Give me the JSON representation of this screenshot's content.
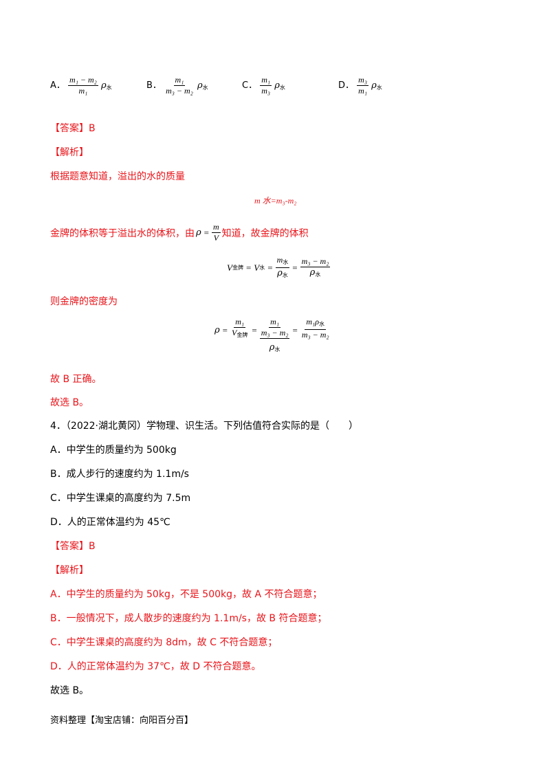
{
  "options_row": {
    "a_label": "A．",
    "b_label": "B．",
    "c_label": "C．",
    "d_label": "D．",
    "a_num": "m₁ − m₂",
    "a_den": "m₁",
    "b_num": "m₁",
    "b_den": "m₃ − m₂",
    "c_num": "m₁",
    "c_den": "m₃",
    "d_num": "m₃",
    "d_den": "m₁",
    "rho": "ρ",
    "water": "水"
  },
  "q3": {
    "answer": "【答案】B",
    "analysis_head": "【解析】",
    "line1": "根据题意知道，溢出的水的质量",
    "eq1": "m 水=m₃-m₂",
    "line2_pre": "金牌的体积等于溢出水的体积，由",
    "line2_post": "知道，故金牌的体积",
    "rho_eq_num": "m",
    "rho_eq_den": "V",
    "eq2_v": "V",
    "eq2_sub_gold": "金牌",
    "eq2_sub_water": "水",
    "eq2_num1": "m",
    "eq2_num2": "m₃ − m₂",
    "line3": "则金牌的密度为",
    "eq3_num1": "m₁",
    "eq3_num2": "m₁",
    "eq3_den2": "m₃ − m₂",
    "eq3_num3": "m₁ρ",
    "eq3_den3": "m₃ − m₂",
    "conclusion": "故 B 正确。",
    "choose": "故选 B。"
  },
  "q4": {
    "stem": "4．（2022·湖北黄冈）学物理、识生活。下列估值符合实际的是（　　）",
    "opt_a": "A．中学生的质量约为 500kg",
    "opt_b": "B．成人步行的速度约为 1.1m/s",
    "opt_c": "C．中学生课桌的高度约为 7.5m",
    "opt_d": "D．人的正常体温约为 45℃",
    "answer": "【答案】B",
    "analysis_head": "【解析】",
    "exp_a": "A．中学生的质量约为 50kg，不是 500kg，故 A 不符合题意；",
    "exp_b": "B．一般情况下，成人散步的速度约为 1.1m/s，故 B 符合题意；",
    "exp_c": "C．中学生课桌的高度约为 8dm，故 C 不符合题意；",
    "exp_d": "D．人的正常体温约为 37℃，故 D 不符合题意。",
    "choose": "故选 B。"
  },
  "footer": "资料整理【淘宝店铺：向阳百分百】",
  "colors": {
    "answer_red": "#e8141a",
    "text_black": "#000000"
  }
}
